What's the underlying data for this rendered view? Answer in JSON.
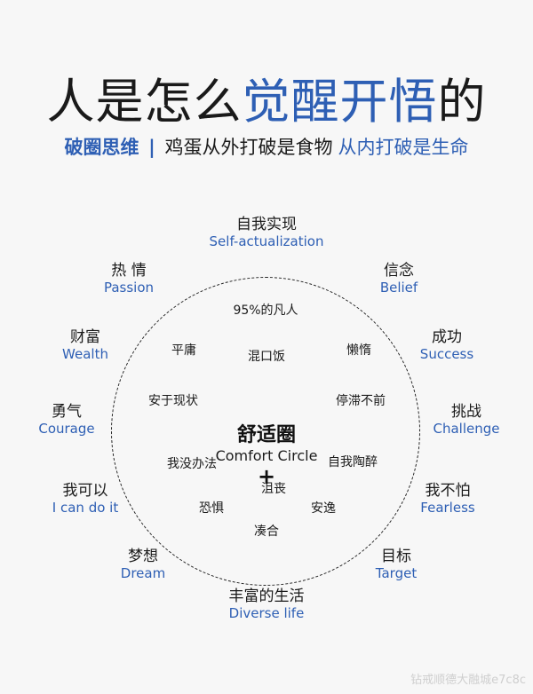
{
  "header": {
    "title_black": "人是怎么",
    "title_blue": "觉醒开悟",
    "title_end": "的",
    "subtitle_bold": "破圈思维",
    "subtitle_sep": "|",
    "subtitle_middle": "鸡蛋从外打破是食物",
    "subtitle_blue": "从内打破是生命"
  },
  "outer_labels": [
    {
      "zh": "自我实现",
      "en": "Self-actualization"
    },
    {
      "zh": "信念",
      "en": "Belief"
    },
    {
      "zh": "成功",
      "en": "Success"
    },
    {
      "zh": "挑战",
      "en": "Challenge"
    },
    {
      "zh": "我不怕",
      "en": "Fearless"
    },
    {
      "zh": "目标",
      "en": "Target"
    },
    {
      "zh": "丰富的生活",
      "en": "Diverse life"
    },
    {
      "zh": "梦想",
      "en": "Dream"
    },
    {
      "zh": "我可以",
      "en": "I can do it"
    },
    {
      "zh": "勇气",
      "en": "Courage"
    },
    {
      "zh": "财富",
      "en": "Wealth"
    },
    {
      "zh": "热 情",
      "en": "Passion"
    }
  ],
  "inner_labels": [
    "95%的凡人",
    "平庸",
    "混口饭",
    "懒惰",
    "安于现状",
    "停滞不前",
    "我没办法",
    "自我陶醉",
    "沮丧",
    "恐惧",
    "安逸",
    "凑合"
  ],
  "center": {
    "zh": "舒适圈",
    "en": "Comfort Circle",
    "plus": "+"
  },
  "watermark": "钻戒顺德大融城e7c8c"
}
